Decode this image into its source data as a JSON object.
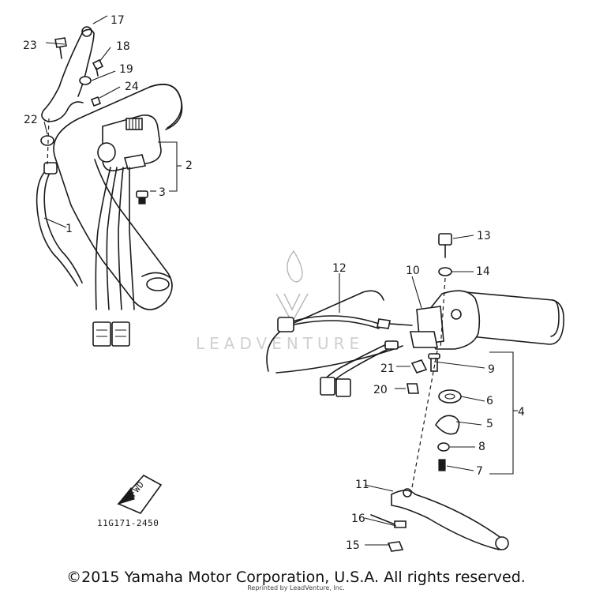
{
  "diagram": {
    "callouts": [
      "1",
      "2",
      "3",
      "4",
      "5",
      "6",
      "7",
      "8",
      "9",
      "10",
      "11",
      "12",
      "13",
      "14",
      "15",
      "16",
      "17",
      "18",
      "19",
      "20",
      "21",
      "22",
      "23",
      "24"
    ],
    "part_code": "11G171-2450",
    "direction_label": "FWD",
    "watermark": "LEADVENTURE"
  },
  "footer": {
    "copyright": "©2015 Yamaha Motor Corporation, U.S.A. All rights reserved.",
    "reprint": "Reprinted by LeadVenture, Inc."
  }
}
